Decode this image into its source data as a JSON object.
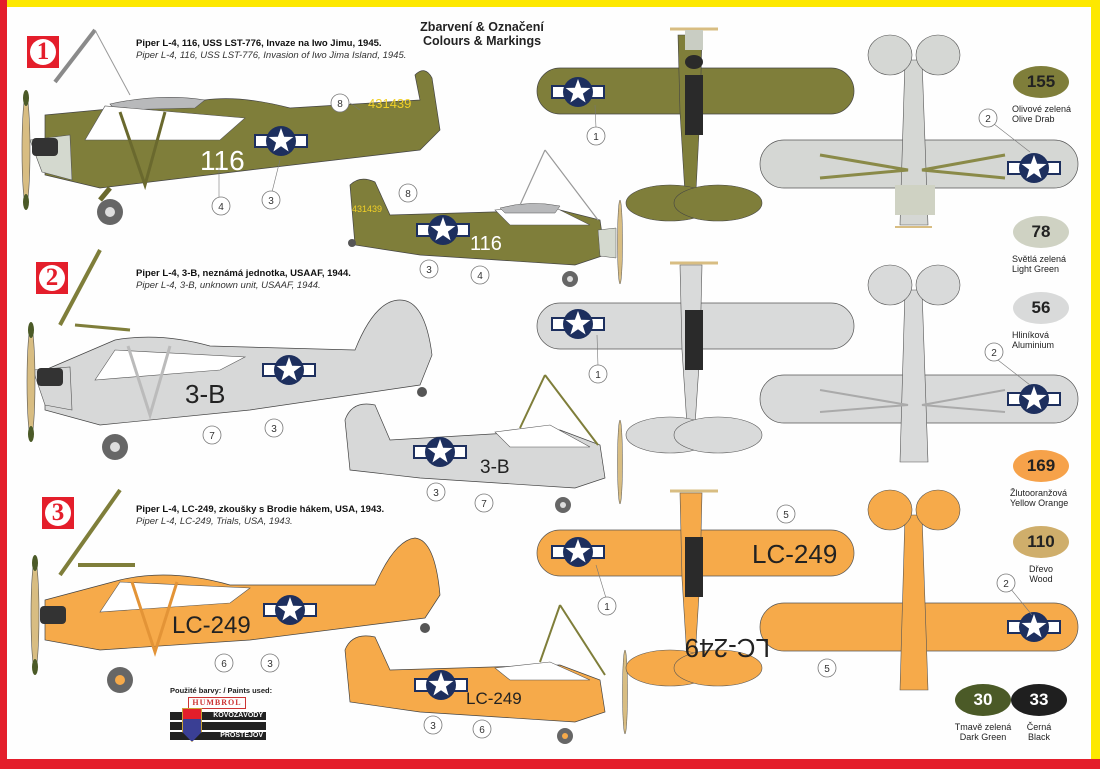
{
  "header": {
    "title_cz": "Zbarvení & Označení",
    "title_en": "Colours & Markings"
  },
  "schemes": [
    {
      "number": "1",
      "caption_cz": "Piper L-4, 116, USS LST-776, Invaze na Iwo Jimu, 1945.",
      "caption_en": "Piper L-4, 116, USS LST-776, Invasion of Iwo Jima Island, 1945.",
      "fuselage_code": "116",
      "tail_serial": "431439",
      "base_color": "#7f7e3a",
      "callouts": [
        "1",
        "2",
        "3",
        "4",
        "8"
      ]
    },
    {
      "number": "2",
      "caption_cz": "Piper L-4, 3-B, neznámá jednotka, USAAF, 1944.",
      "caption_en": "Piper L-4, 3-B, unknown unit, USAAF, 1944.",
      "fuselage_code": "3-B",
      "base_color": "#d7d8d8",
      "callouts": [
        "1",
        "2",
        "3",
        "7"
      ]
    },
    {
      "number": "3",
      "caption_cz": "Piper L-4, LC-249, zkoušky s Brodie hákem, USA, 1943.",
      "caption_en": "Piper L-4, LC-249, Trials, USA, 1943.",
      "fuselage_code": "LC-249",
      "wing_code": "LC-249",
      "base_color": "#f6aa4a",
      "callouts": [
        "1",
        "2",
        "3",
        "5",
        "6"
      ]
    }
  ],
  "paints": [
    {
      "code": "155",
      "name_cz": "Olivové zelená",
      "name_en": "Olive Drab",
      "color": "#7f7e3a",
      "text_color": "#222222"
    },
    {
      "code": "78",
      "name_cz": "Světlá zelená",
      "name_en": "Light Green",
      "color": "#cfd2c3",
      "text_color": "#222222"
    },
    {
      "code": "56",
      "name_cz": "Hliníková",
      "name_en": "Aluminium",
      "color": "#d9dada",
      "text_color": "#222222"
    },
    {
      "code": "169",
      "name_cz": "Žlutooranžová",
      "name_en": "Yellow Orange",
      "color": "#f6a24a",
      "text_color": "#222222"
    },
    {
      "code": "110",
      "name_cz": "Dřevo",
      "name_en": "Wood",
      "color": "#cfae6b",
      "text_color": "#222222"
    },
    {
      "code": "30",
      "name_cz": "Tmavě zelená",
      "name_en": "Dark Green",
      "color": "#4b5a27",
      "text_color": "#ffffff"
    },
    {
      "code": "33",
      "name_cz": "Černá",
      "name_en": "Black",
      "color": "#1f1f1f",
      "text_color": "#ffffff"
    }
  ],
  "footer": {
    "paints_used_label": "Použité barvy: / Paints used:",
    "humbrol_label": "HUMBROL",
    "kovozavody_label": "KOVOZÁVODY",
    "prostejov_label": "PROSTĚJOV"
  },
  "callout_labels": {
    "c1": "1",
    "c2": "2",
    "c3": "3",
    "c4": "4",
    "c5": "5",
    "c6": "6",
    "c7": "7",
    "c8": "8"
  }
}
